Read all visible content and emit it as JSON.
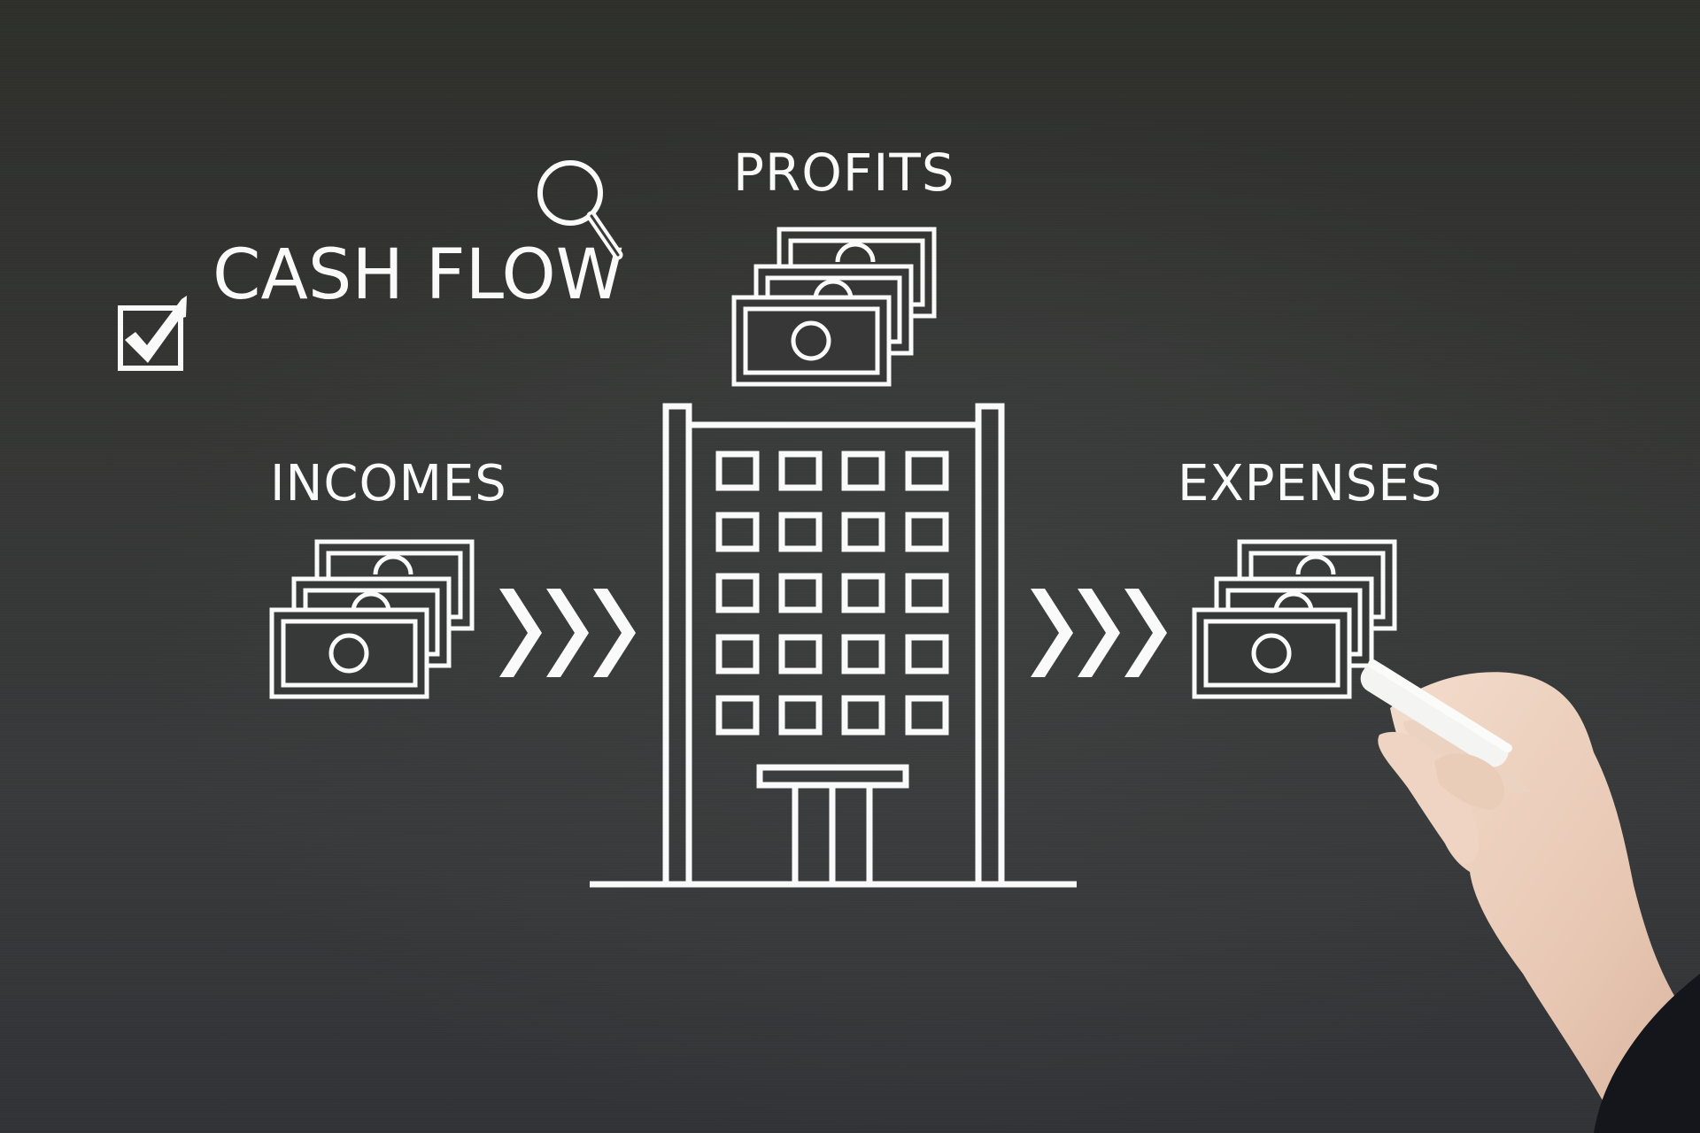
{
  "scene": {
    "type": "chalkboard-illustration",
    "background_colors": {
      "top": "#2e2f2b",
      "center": "#3b3d3d",
      "bottom": "#313337"
    },
    "chalk_color": "#fafafa"
  },
  "texts": {
    "title": "CASH FLOW",
    "profits": "PROFITS",
    "incomes": "INCOMES",
    "expenses": "EXPENSES"
  },
  "icons": [
    {
      "name": "checkbox-checked-icon"
    },
    {
      "name": "magnifying-glass-icon"
    },
    {
      "name": "money-stack-icon",
      "section": "profits"
    },
    {
      "name": "office-building-icon"
    },
    {
      "name": "money-stack-icon",
      "section": "incomes"
    },
    {
      "name": "triple-chevron-right-icon",
      "section": "incomes-to-building"
    },
    {
      "name": "triple-chevron-right-icon",
      "section": "building-to-expenses"
    },
    {
      "name": "money-stack-icon",
      "section": "expenses"
    }
  ],
  "building": {
    "window_rows": 5,
    "window_cols": 4
  },
  "hand": {
    "holding": "white chalk",
    "sleeve_color": "#15161c"
  }
}
